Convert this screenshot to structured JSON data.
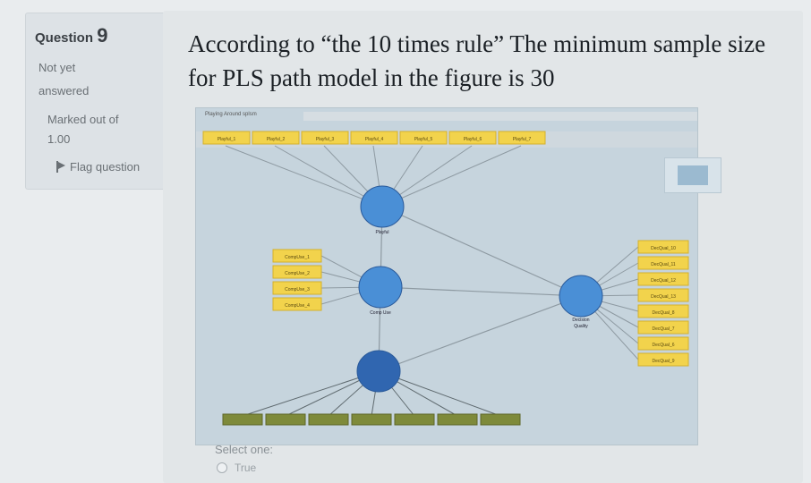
{
  "sidebar": {
    "question_prefix": "Question",
    "question_number": "9",
    "status_line1": "Not yet",
    "status_line2": "answered",
    "marked_label": "Marked out of",
    "marked_value": "1.00",
    "flag_label": "Flag question"
  },
  "question": {
    "line1": "According to “the 10 times rule” The minimum sample size",
    "line2": "for PLS path model in the figure is 30"
  },
  "figure": {
    "title": "Playing Around splsm",
    "colors": {
      "indicator": "#f2d34c",
      "indicator_border": "#d4b02c",
      "construct": "#4a8fd6",
      "construct_dark": "#3066b0",
      "path": "#8e9aa2"
    },
    "top_indicators": [
      "Playful_1",
      "Playful_2",
      "Playful_3",
      "Playful_4",
      "Playful_5",
      "Playful_6",
      "Playful_7"
    ],
    "left_indicators": [
      "CompUse_1",
      "CompUse_2",
      "CompUse_3",
      "CompUse_4"
    ],
    "right_indicators": [
      "DecQual_10",
      "DecQual_11",
      "DecQual_12",
      "DecQual_13",
      "DecQual_8",
      "DecQual_7",
      "DecQual_6",
      "DecQual_9"
    ],
    "bottom_indicator_count": 7,
    "constructs": {
      "playful": "Playful",
      "compuse": "Comp Use",
      "decision": "Decision Quality",
      "bottom": ""
    }
  },
  "answer": {
    "prompt": "Select one:",
    "option_true": "True"
  }
}
